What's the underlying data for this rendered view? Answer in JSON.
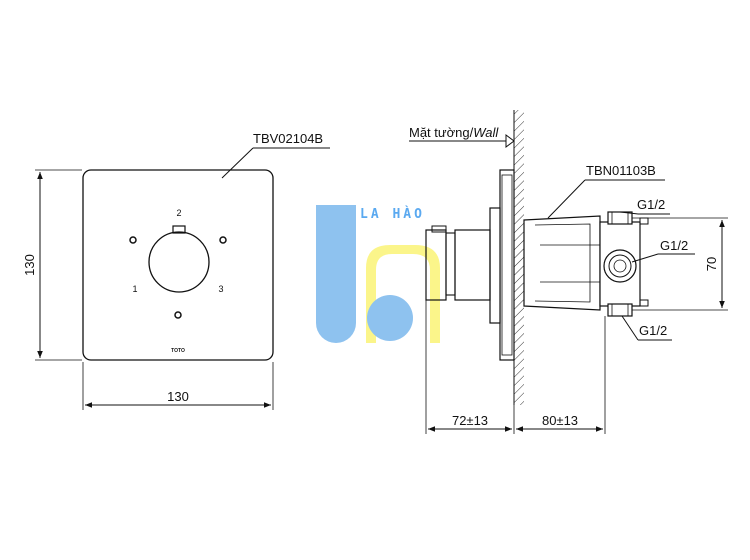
{
  "front_view": {
    "model_label": "TBV02104B",
    "height_dim": "130",
    "width_dim": "130",
    "pos_2": "2",
    "pos_1": "1",
    "pos_3": "3",
    "logo_text": "TOTO"
  },
  "side_view": {
    "wall_label_vn": "Mặt tường/",
    "wall_label_en": "Wall",
    "body_label": "TBN01103B",
    "port_top": "G1/2",
    "port_mid": "G1/2",
    "port_bottom": "G1/2",
    "dim_70": "70",
    "dim_72": "72±13",
    "dim_80": "80±13"
  },
  "watermark": {
    "text": "LA HÀO",
    "color_blue": "#8ec2ef",
    "color_yellow": "#fbf58a"
  }
}
